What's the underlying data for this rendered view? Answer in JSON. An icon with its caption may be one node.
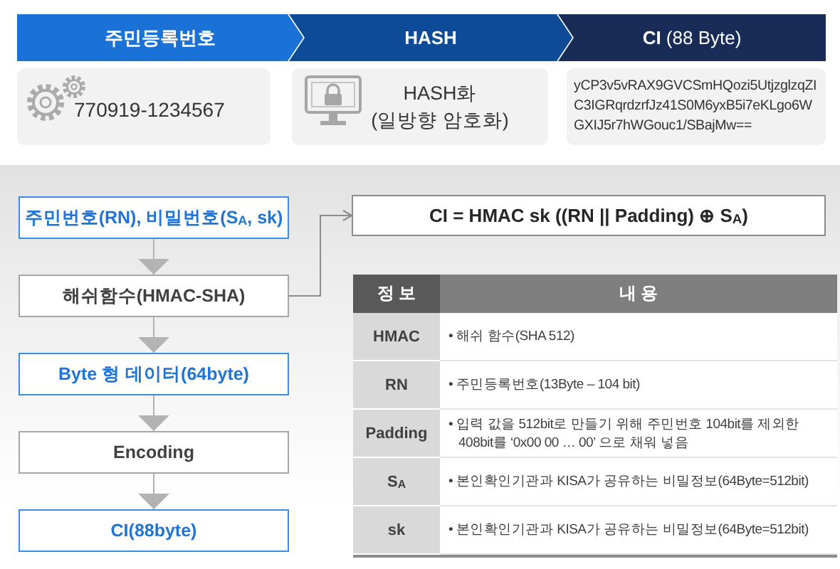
{
  "diagram": {
    "nodes": [
      {
        "text": [
          "주민등록번호"
        ]
      },
      {
        "text": [
          "HASH"
        ]
      },
      {
        "text": [
          "**CI** (88 Byte)"
        ]
      },
      {
        "text": [
          "770919-1234567"
        ]
      },
      {
        "text": [
          "HASH화 (일방향 암호화)"
        ]
      },
      {
        "text": [
          "yCP3v5vRAX9GVCSmHQozi5UtjzglzqZIC3IGRqrdzrfJz41S0M6yxB5i7eKLgo6WGXIJ5r7hWGouc1/SBajMw=="
        ]
      },
      {
        "text": [
          "주민번호(RN), 비밀번호(S$_{A}$, sk)"
        ]
      },
      {
        "text": [
          "해쉬함수(HMAC-SHA)"
        ]
      },
      {
        "text": [
          "Byte 형 데이터(64byte)"
        ]
      },
      {
        "text": [
          "Encoding"
        ]
      },
      {
        "text": [
          "CI(88byte)"
        ]
      },
      {
        "text": [
          "CI = HMAC sk ((RN || Padding) ⊕ S$_{A}$)"
        ]
      }
    ],
    "edges": [
      {
        "from": 6,
        "to": 7,
        "arrow": "to"
      },
      {
        "from": 7,
        "to": 8,
        "arrow": "to"
      },
      {
        "from": 8,
        "to": 9,
        "arrow": "to"
      },
      {
        "from": 9,
        "to": 10,
        "arrow": "to"
      },
      {
        "from": 7,
        "to": 11,
        "arrow": "to"
      }
    ],
    "labels": [
      "정 보",
      "내 용",
      "HMAC",
      "• 해쉬 함수(SHA 512)",
      "RN",
      "• 주민등록번호(13Byte – 104 bit)",
      "Padding",
      "• 입력 값을 512bit로 만들기 위해 주민번호 104bit를 제외한 408bit를 ‘0x00 00 … 00’ 으로 채워 넣음",
      "S$_{A}$",
      "• 본인확인기관과 KISA가 공유하는 비밀정보(64Byte=512bit)",
      "sk",
      "• 본인확인기관과 KISA가 공유하는 비밀정보(64Byte=512bit)"
    ]
  }
}
